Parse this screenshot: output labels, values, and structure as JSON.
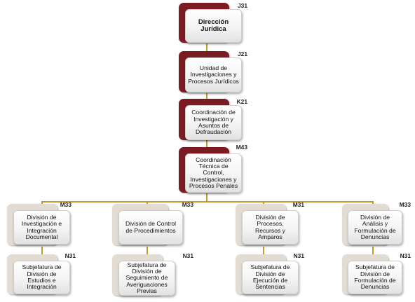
{
  "colors": {
    "connector": "#c49a2a",
    "dark_back": "#7a1c22",
    "light_back": "#e3dcd2",
    "box_border": "#cfcfcf"
  },
  "top_chain": [
    {
      "code": "J31",
      "label": "Dirección Jurídica"
    },
    {
      "code": "J21",
      "label": "Unidad de Investigaciones y Procesos Jurídicos"
    },
    {
      "code": "K21",
      "label": "Coordinación de Investigación y Asuntos de Defraudación"
    },
    {
      "code": "M43",
      "label": "Coordinación Técnica de Control, Investigaciones y Procesos Penales"
    }
  ],
  "divisions": [
    {
      "code": "M33",
      "label": "División de Investigación e Integración Documental",
      "sub": {
        "code": "N31",
        "label": "Subjefatura de División de Estudios e Integración"
      }
    },
    {
      "code": "M33",
      "label": "División de Control de Procedimientos",
      "sub": {
        "code": "N31",
        "label": "Subjefatura de División de Seguimiento de Averiguaciones Previas"
      }
    },
    {
      "code": "M31",
      "label": "División de Procesos, Recursos y Amparos",
      "sub": {
        "code": "N31",
        "label": "Subjefatura de División de Ejecución de Sentencias"
      }
    },
    {
      "code": "M33",
      "label": "División de Análisis y Formulación de Denuncias",
      "sub": {
        "code": "N31",
        "label": "Subjefatura de División de Formulación de Denuncias"
      }
    }
  ]
}
